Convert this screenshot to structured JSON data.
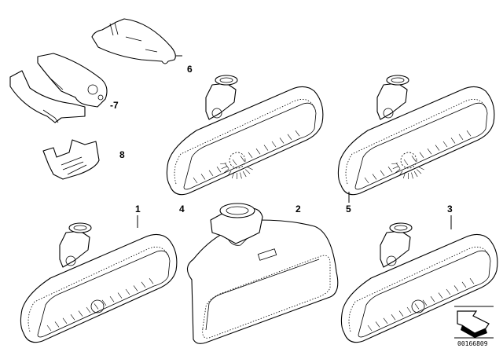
{
  "diagram": {
    "title": "Rearview mirror parts diagram",
    "parts": [
      {
        "id": "1",
        "label": "1",
        "description": "interior rearview mirror"
      },
      {
        "id": "2",
        "label": "2",
        "description": "interior rearview mirror with large housing"
      },
      {
        "id": "3",
        "label": "3",
        "description": "interior rearview mirror"
      },
      {
        "id": "4",
        "label": "4",
        "description": "interior rearview mirror with light"
      },
      {
        "id": "5",
        "label": "5",
        "description": "interior rearview mirror with light"
      },
      {
        "id": "6",
        "label": "6",
        "description": "cover"
      },
      {
        "id": "7",
        "label": "-7",
        "description": "cover with bracket"
      },
      {
        "id": "8",
        "label": "8",
        "description": "cover small"
      }
    ],
    "reference_code": "00166809",
    "reference_icon": "orientation-arrow-icon"
  }
}
